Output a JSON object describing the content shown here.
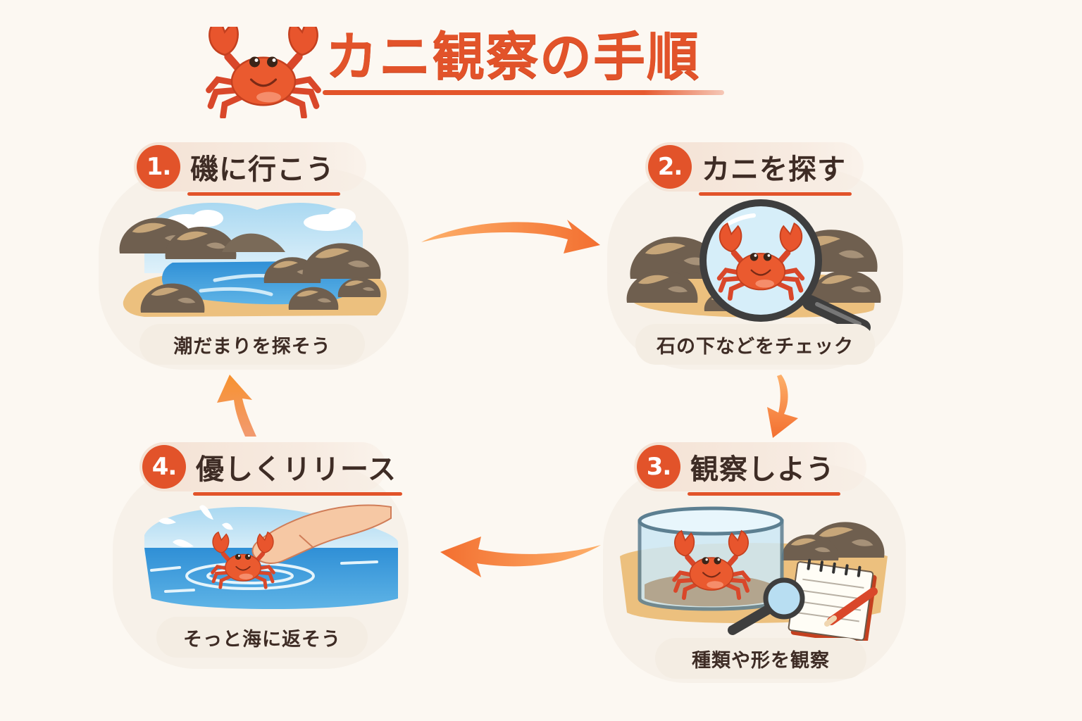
{
  "header": {
    "title": "カニ観察の手順",
    "icon": "crab-icon"
  },
  "steps": [
    {
      "number": "1.",
      "title": "磯に行こう",
      "caption": "潮だまりを探そう",
      "illustration": "rocky-shore-tidepool"
    },
    {
      "number": "2.",
      "title": "カニを探す",
      "caption": "石の下などをチェック",
      "illustration": "magnifier-crab-under-rocks"
    },
    {
      "number": "3.",
      "title": "観察しよう",
      "caption": "種類や形を観察",
      "illustration": "crab-in-container-with-notebook"
    },
    {
      "number": "4.",
      "title": "優しくリリース",
      "caption": "そっと海に返そう",
      "illustration": "hand-releasing-crab-into-sea"
    }
  ],
  "flow": {
    "arrows": [
      {
        "from": 1,
        "to": 2,
        "direction": "right"
      },
      {
        "from": 2,
        "to": 3,
        "direction": "down"
      },
      {
        "from": 3,
        "to": 4,
        "direction": "left"
      },
      {
        "from": 4,
        "to": 1,
        "direction": "up"
      }
    ]
  },
  "colors": {
    "accent": "#e2532a",
    "arrow_start": "#fda65a",
    "arrow_end": "#f36f30",
    "background": "#fcf8f2",
    "text": "#3e2c25",
    "sea": "#3d9fdc",
    "sand": "#ecc07e",
    "rock": "#7a6a58"
  }
}
